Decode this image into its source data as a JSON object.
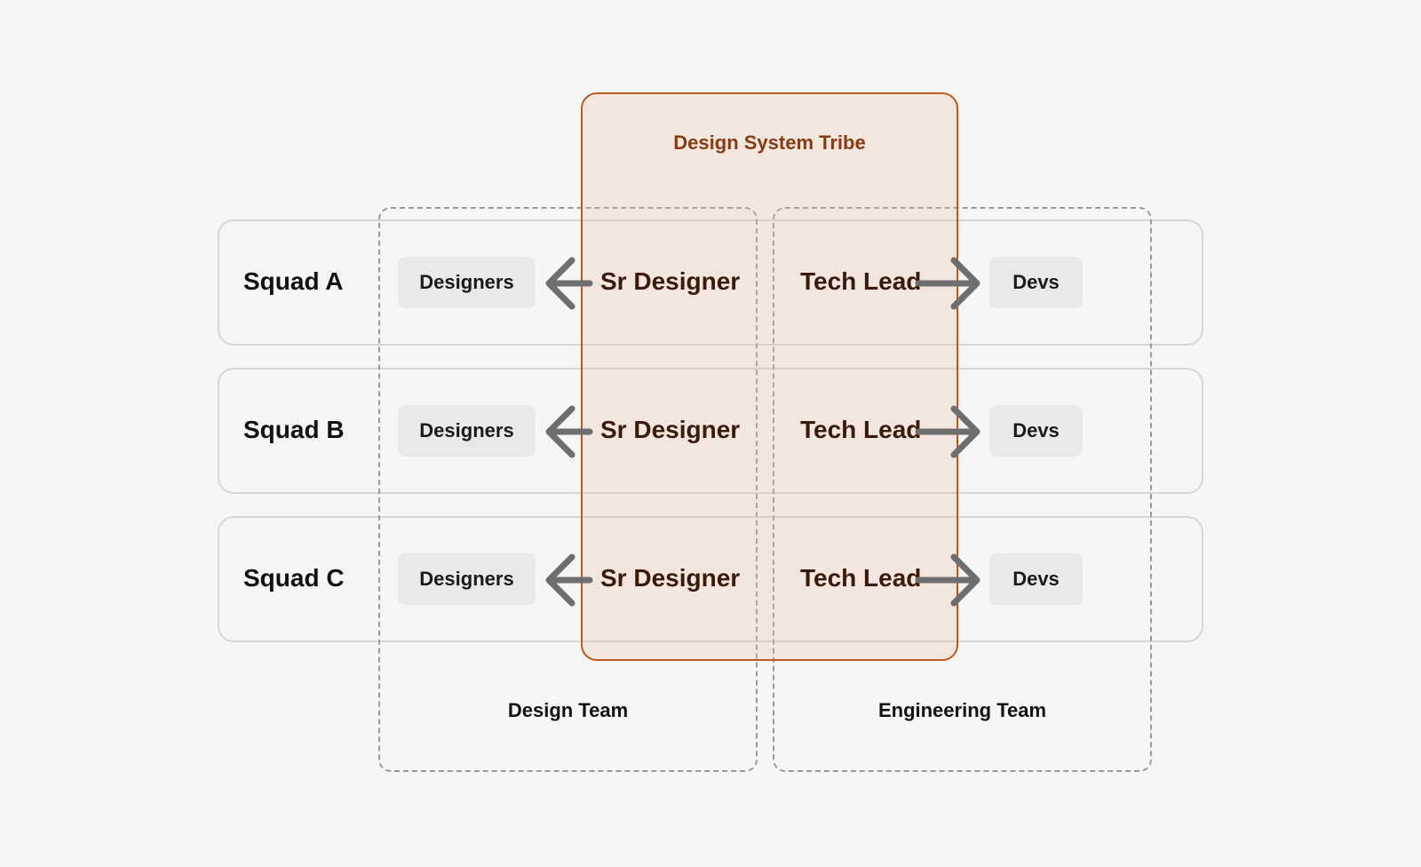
{
  "tribe": {
    "title": "Design System Tribe"
  },
  "teams": [
    {
      "title": "Design Team"
    },
    {
      "title": "Engineering Team"
    }
  ],
  "squads": [
    {
      "label": "Squad A",
      "designers": "Designers",
      "sr_designer": "Sr Designer",
      "tech_lead": "Tech Lead",
      "devs": "Devs"
    },
    {
      "label": "Squad B",
      "designers": "Designers",
      "sr_designer": "Sr Designer",
      "tech_lead": "Tech Lead",
      "devs": "Devs"
    },
    {
      "label": "Squad C",
      "designers": "Designers",
      "sr_designer": "Sr Designer",
      "tech_lead": "Tech Lead",
      "devs": "Devs"
    }
  ],
  "colors": {
    "tribe_accent": "#c2581e",
    "tribe_fill": "#f5e6de",
    "arrow": "#6e6e6e",
    "chip_fill": "#e9e9e9"
  }
}
